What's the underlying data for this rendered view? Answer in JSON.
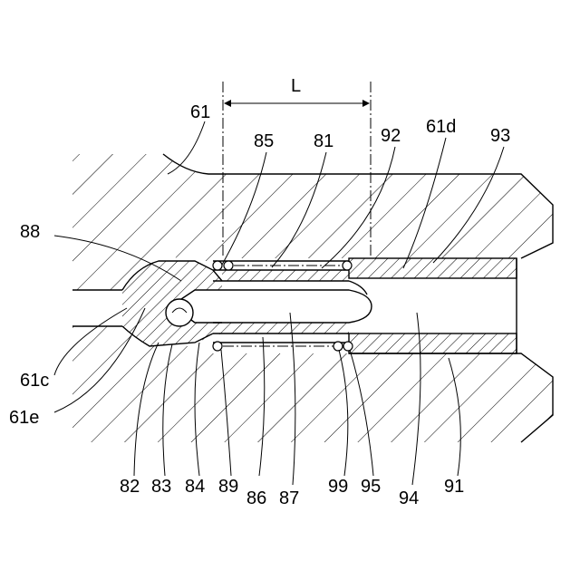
{
  "figure": {
    "dimension_label": "L",
    "labels": [
      {
        "id": "61",
        "text": "61"
      },
      {
        "id": "85",
        "text": "85"
      },
      {
        "id": "81",
        "text": "81"
      },
      {
        "id": "92",
        "text": "92"
      },
      {
        "id": "61d",
        "text": "61d"
      },
      {
        "id": "93",
        "text": "93"
      },
      {
        "id": "88",
        "text": "88"
      },
      {
        "id": "61c",
        "text": "61c"
      },
      {
        "id": "61e",
        "text": "61e"
      },
      {
        "id": "82",
        "text": "82"
      },
      {
        "id": "83",
        "text": "83"
      },
      {
        "id": "84",
        "text": "84"
      },
      {
        "id": "89",
        "text": "89"
      },
      {
        "id": "86",
        "text": "86"
      },
      {
        "id": "87",
        "text": "87"
      },
      {
        "id": "99",
        "text": "99"
      },
      {
        "id": "95",
        "text": "95"
      },
      {
        "id": "94",
        "text": "94"
      },
      {
        "id": "91",
        "text": "91"
      }
    ]
  }
}
